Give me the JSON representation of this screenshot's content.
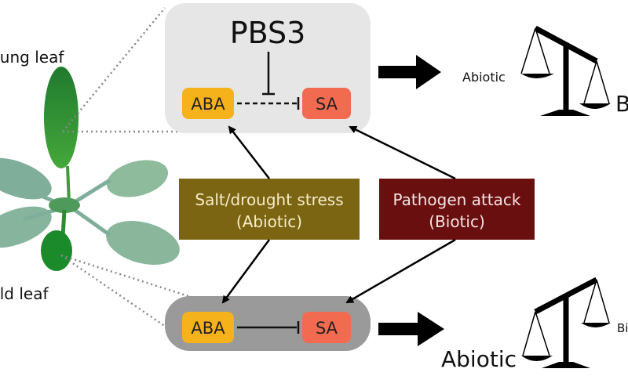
{
  "plant": {
    "young_leaf_label": "Young leaf",
    "old_leaf_label": "Old leaf"
  },
  "young_panel": {
    "regulator": "PBS3",
    "aba": "ABA",
    "sa": "SA"
  },
  "old_panel": {
    "aba": "ABA",
    "sa": "SA"
  },
  "stresses": {
    "abiotic_line1": "Salt/drought stress",
    "abiotic_line2": "(Abiotic)",
    "biotic_line1": "Pathogen attack",
    "biotic_line2": "(Biotic)"
  },
  "balance_top": {
    "left": "Abiotic",
    "right": "Biotic"
  },
  "balance_bottom": {
    "left": "Abiotic",
    "right": "Biotic"
  },
  "colors": {
    "aba": "#f5b21b",
    "sa": "#f26b50",
    "abiotic_box": "#7b6512",
    "biotic_box": "#6a0f0f",
    "young_panel": "#e6e6e6",
    "old_panel": "#9a9a9a"
  }
}
